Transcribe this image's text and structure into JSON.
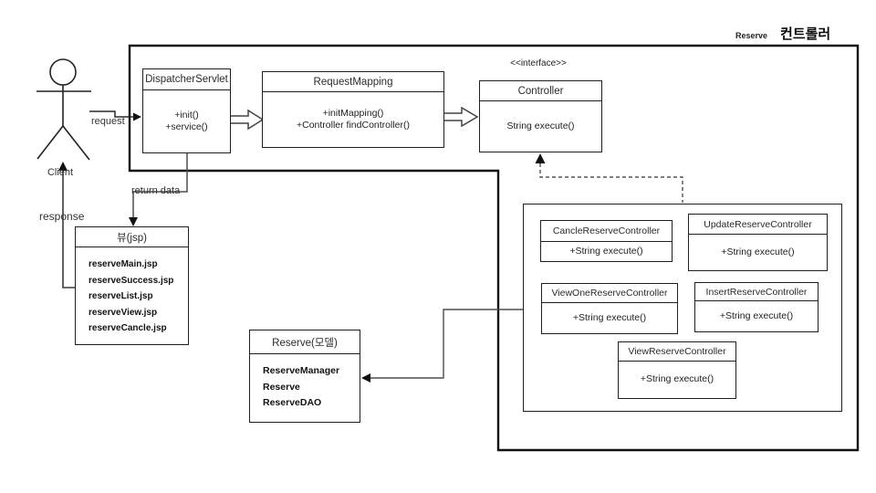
{
  "diagram": {
    "region_label": {
      "prefix": "Reserve",
      "title": "컨트롤러"
    },
    "actor": {
      "label": "Client"
    },
    "edges": {
      "request": "request",
      "return_data": "return data",
      "response": "response"
    },
    "stereotype": "<<interface>>",
    "boxes": {
      "dispatcher": {
        "title": "DispatcherServlet",
        "members": [
          "+init()",
          "+service()"
        ]
      },
      "request_mapping": {
        "title": "RequestMapping",
        "members": [
          "+initMapping()",
          "+Controller findController()"
        ]
      },
      "controller": {
        "title": "Controller",
        "members": [
          "String execute()"
        ]
      },
      "view_jsp": {
        "title": "뷰(jsp)",
        "members": [
          "reserveMain.jsp",
          "reserveSuccess.jsp",
          "reserveList.jsp",
          "reserveView.jsp",
          "reserveCancle.jsp"
        ]
      },
      "reserve_model": {
        "title": "Reserve(모델)",
        "members": [
          "ReserveManager",
          "Reserve",
          "ReserveDAO"
        ]
      },
      "cancle": {
        "title": "CancleReserveController",
        "members": [
          "+String execute()"
        ]
      },
      "update": {
        "title": "UpdateReserveController",
        "members": [
          "+String execute()"
        ]
      },
      "view_one": {
        "title": "ViewOneReserveController",
        "members": [
          "+String execute()"
        ]
      },
      "insert": {
        "title": "InsertReserveController",
        "members": [
          "+String execute()"
        ]
      },
      "view_reserve": {
        "title": "ViewReserveController",
        "members": [
          "+String execute()"
        ]
      }
    },
    "colors": {
      "line": "#1a1a1a",
      "gray_line": "#4d4d4d",
      "background": "#ffffff"
    }
  }
}
